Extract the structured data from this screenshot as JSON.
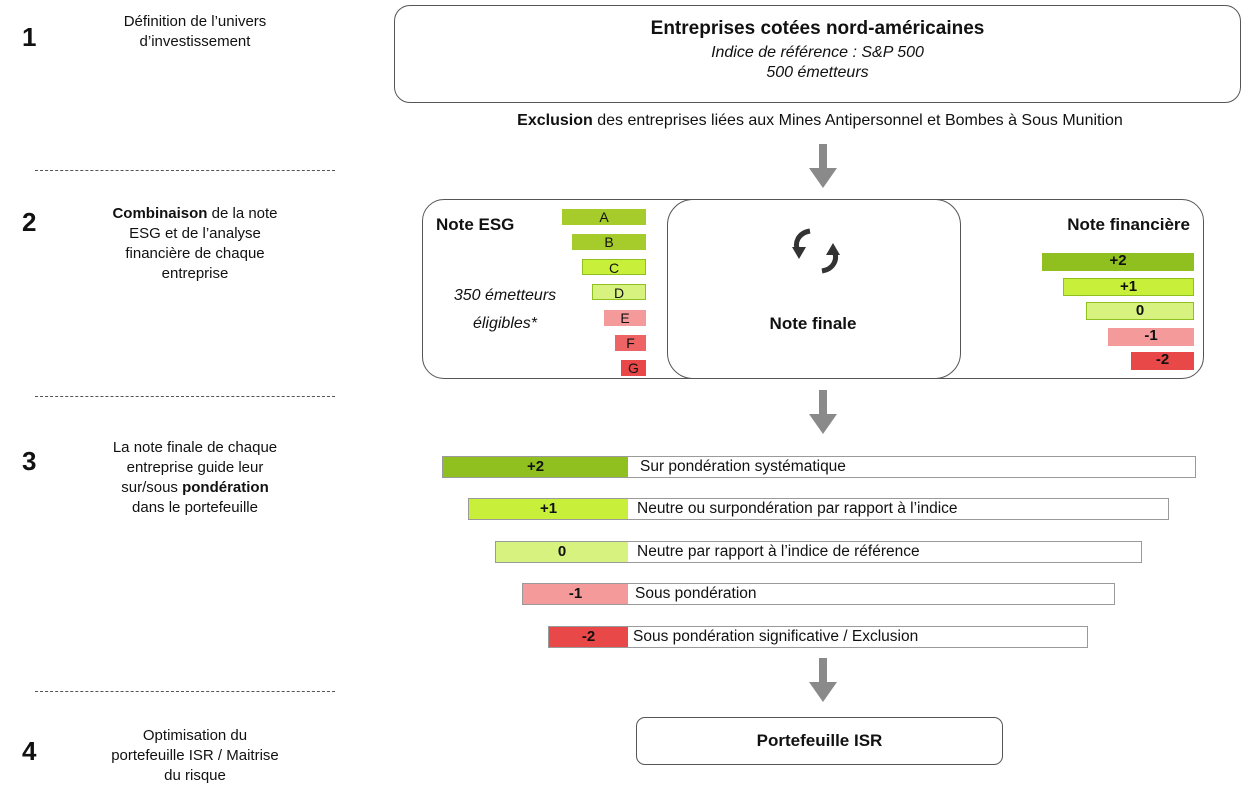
{
  "steps": [
    {
      "number": "1",
      "text_html": "Définition de l’univers<br>d’investissement"
    },
    {
      "number": "2",
      "text_html": "<b>Combinaison</b> de la note<br>ESG et de l’analyse<br>financière de chaque<br>entreprise"
    },
    {
      "number": "3",
      "text_html": "La note finale de chaque<br>entreprise guide leur<br>sur/sous <b>pondération</b><br>dans le portefeuille"
    },
    {
      "number": "4",
      "text_html": "Optimisation du<br>portefeuille ISR / Maitrise<br>du risque"
    }
  ],
  "universe": {
    "title": "Entreprises cotées nord-américaines",
    "benchmark": "Indice de référence : S&P 500",
    "issuers": "500 émetteurs"
  },
  "exclusion": {
    "bold": "Exclusion",
    "rest": " des entreprises liées aux Mines Antipersonnel et Bombes à Sous Munition"
  },
  "combination": {
    "esg_title": "Note ESG",
    "esg_grades": [
      "A",
      "B",
      "C",
      "D",
      "E",
      "F",
      "G"
    ],
    "esg_eligible": "350 émetteurs éligibles*",
    "final_label": "Note finale",
    "fin_title": "Note financière",
    "fin_scores": [
      "+2",
      "+1",
      "0",
      "-1",
      "-2"
    ]
  },
  "weighting": [
    {
      "score": "+2",
      "label": "Sur pondération systématique"
    },
    {
      "score": "+1",
      "label": "Neutre ou surpondération par rapport à l’indice"
    },
    {
      "score": "0",
      "label": "Neutre par rapport à l’indice de référence"
    },
    {
      "score": "-1",
      "label": "Sous pondération"
    },
    {
      "score": "-2",
      "label": "Sous pondération significative / Exclusion"
    }
  ],
  "portfolio": {
    "label": "Portefeuille ISR"
  },
  "icons": {
    "cycle": "cycle-arrows-icon",
    "arrow": "arrow-down-icon"
  },
  "colors": {
    "dark_green": "#8fc01f",
    "green": "#a6cc2c",
    "lime": "#c8f03a",
    "pale_lime": "#d7f27e",
    "pink": "#f49a9a",
    "red": "#ee6464",
    "deep_red": "#e84848"
  }
}
